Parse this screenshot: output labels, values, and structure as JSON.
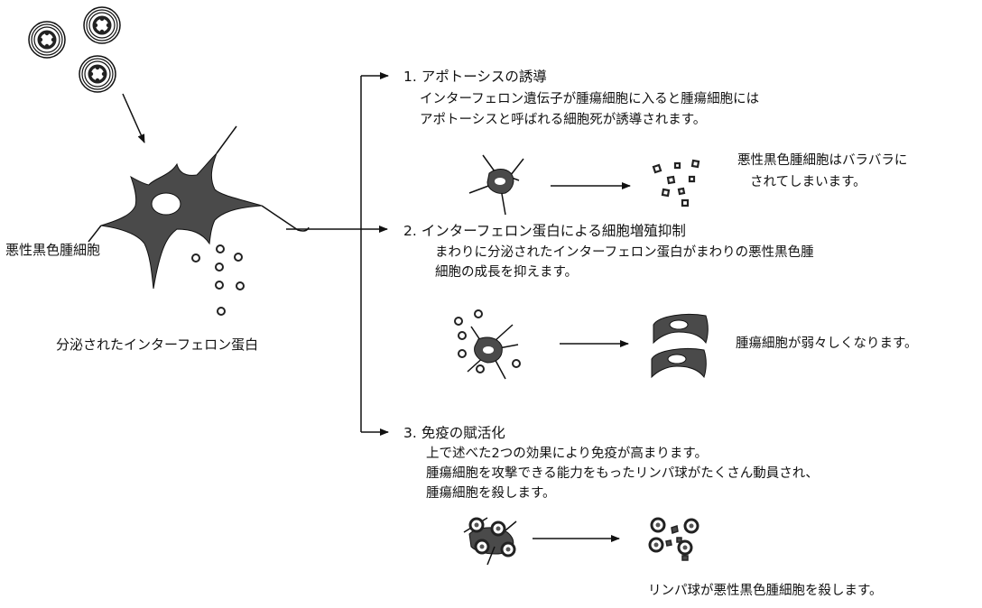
{
  "left": {
    "cell_label": "悪性黒色腫細胞",
    "protein_label": "分泌されたインターフェロン蛋白"
  },
  "steps": [
    {
      "heading": "1. アポトーシスの誘導",
      "lines": [
        "インターフェロン遺伝子が腫瘍細胞に入ると腫瘍細胞には",
        "アポトーシスと呼ばれる細胞死が誘導されます。"
      ],
      "result_lines": [
        "悪性黒色腫細胞はバラバラに",
        "されてしまいます。"
      ]
    },
    {
      "heading": "2. インターフェロン蛋白による細胞増殖抑制",
      "lines": [
        "まわりに分泌されたインターフェロン蛋白がまわりの悪性黒色腫",
        "細胞の成長を抑えます。"
      ],
      "result_lines": [
        "腫瘍細胞が弱々しくなります。"
      ]
    },
    {
      "heading": "3. 免疫の賦活化",
      "lines": [
        "上で述べた2つの効果により免疫が高まります。",
        "腫瘍細胞を攻撃できる能力をもったリンパ球がたくさん動員され、",
        "腫瘍細胞を殺します。"
      ],
      "result_lines": [
        "リンパ球が悪性黒色腫細胞を殺します。"
      ]
    }
  ],
  "colors": {
    "ink": "#111111",
    "cell_fill": "#4a4a4a",
    "background": "#ffffff"
  }
}
